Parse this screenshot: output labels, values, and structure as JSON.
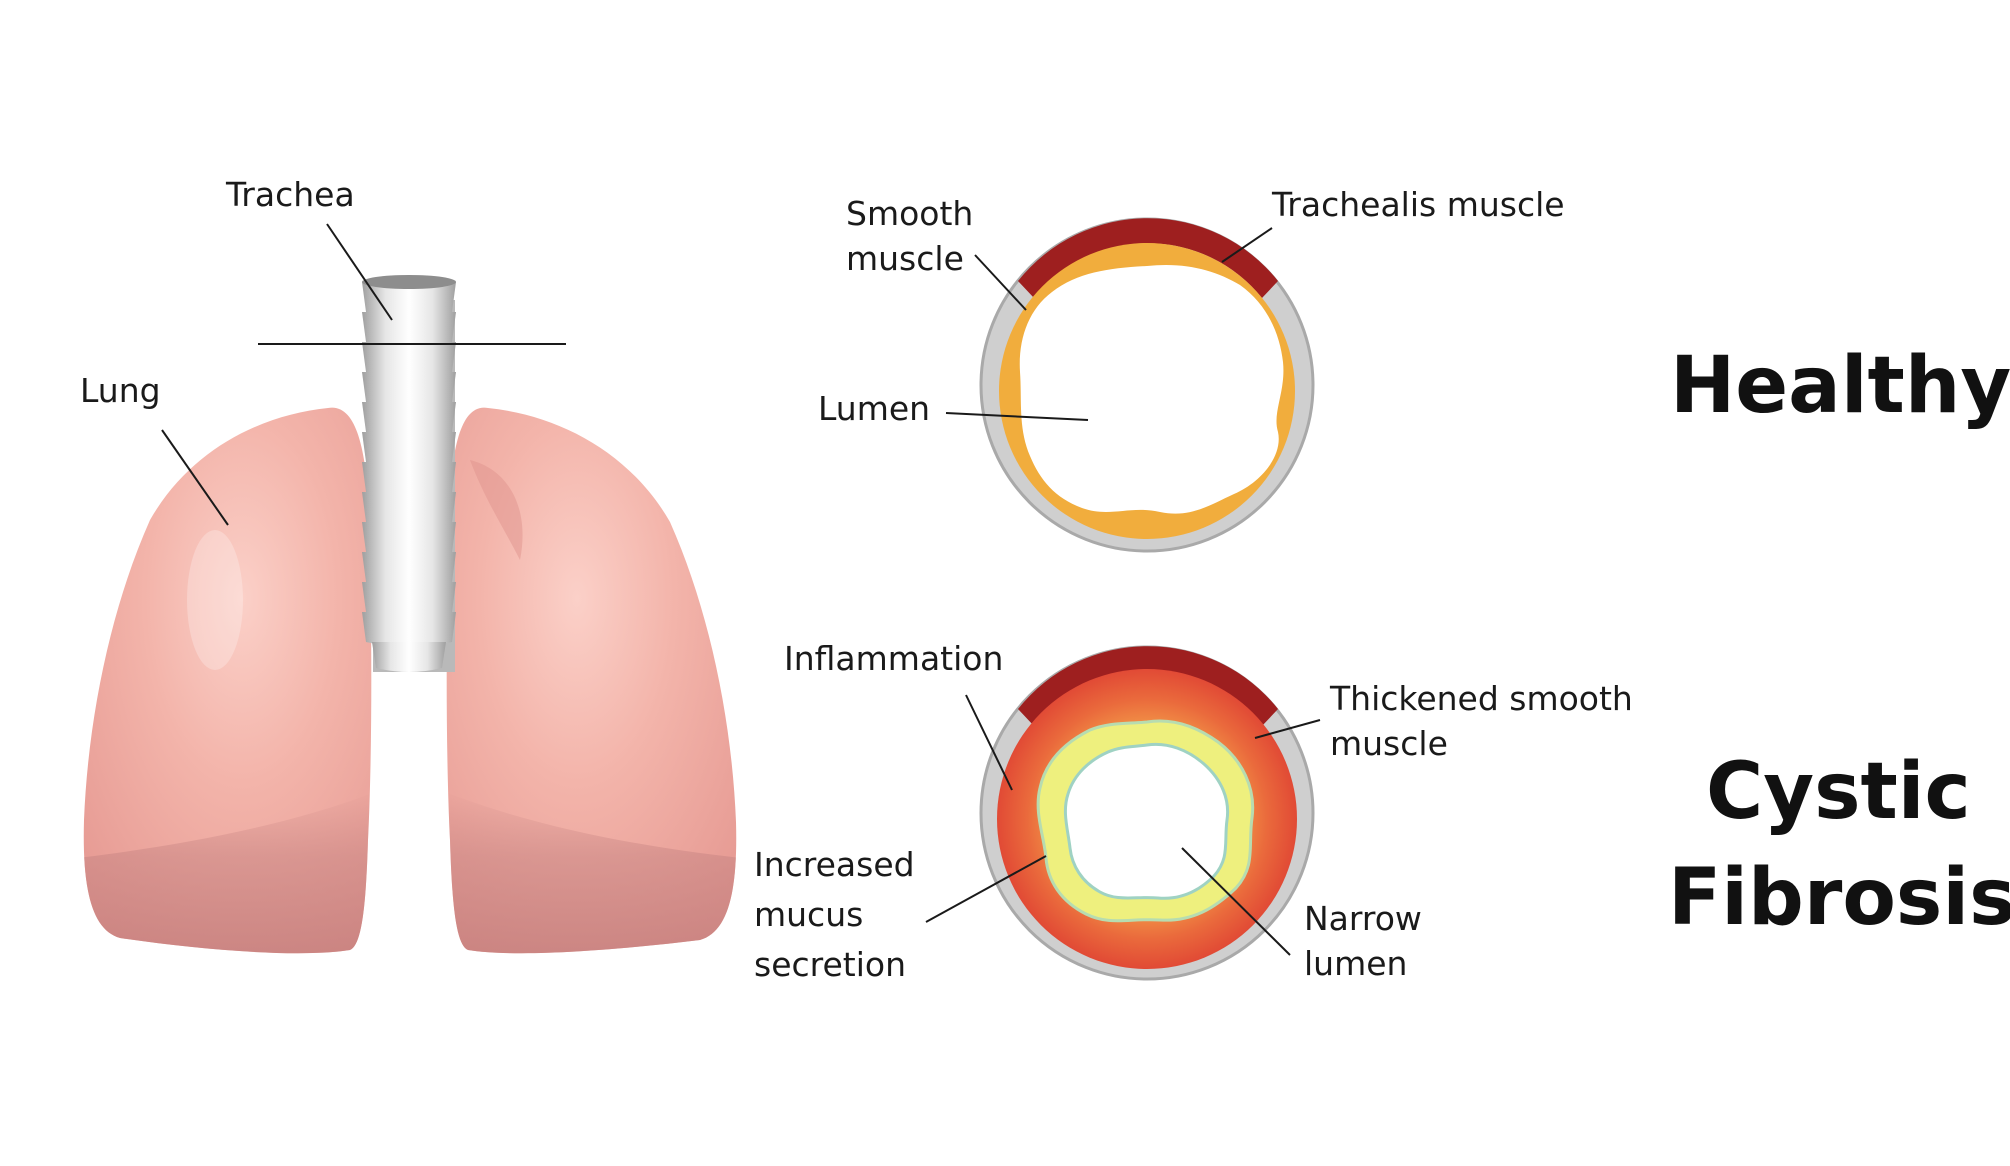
{
  "labels": {
    "trachea": "Trachea",
    "lung": "Lung",
    "smooth_muscle_1": "Smooth",
    "smooth_muscle_2": "muscle",
    "trachealis_muscle": "Trachealis muscle",
    "lumen": "Lumen",
    "inflammation": "Inflammation",
    "thickened_1": "Thickened smooth",
    "thickened_2": "muscle",
    "mucus_1": "Increased",
    "mucus_2": "mucus",
    "mucus_3": "secretion",
    "narrow_1": "Narrow",
    "narrow_2": "lumen"
  },
  "titles": {
    "healthy": "Healthy",
    "cf_1": "Cystic",
    "cf_2": "Fibrosis"
  },
  "colors": {
    "lung": "#f0aaa2",
    "lung_shadow": "#c98684",
    "cartilage": "#d0d0d0",
    "trachealis": "#9e1f1f",
    "smooth_muscle": "#f1ad3d",
    "inflammation": "#e5503a",
    "mucus": "#eef07e"
  }
}
